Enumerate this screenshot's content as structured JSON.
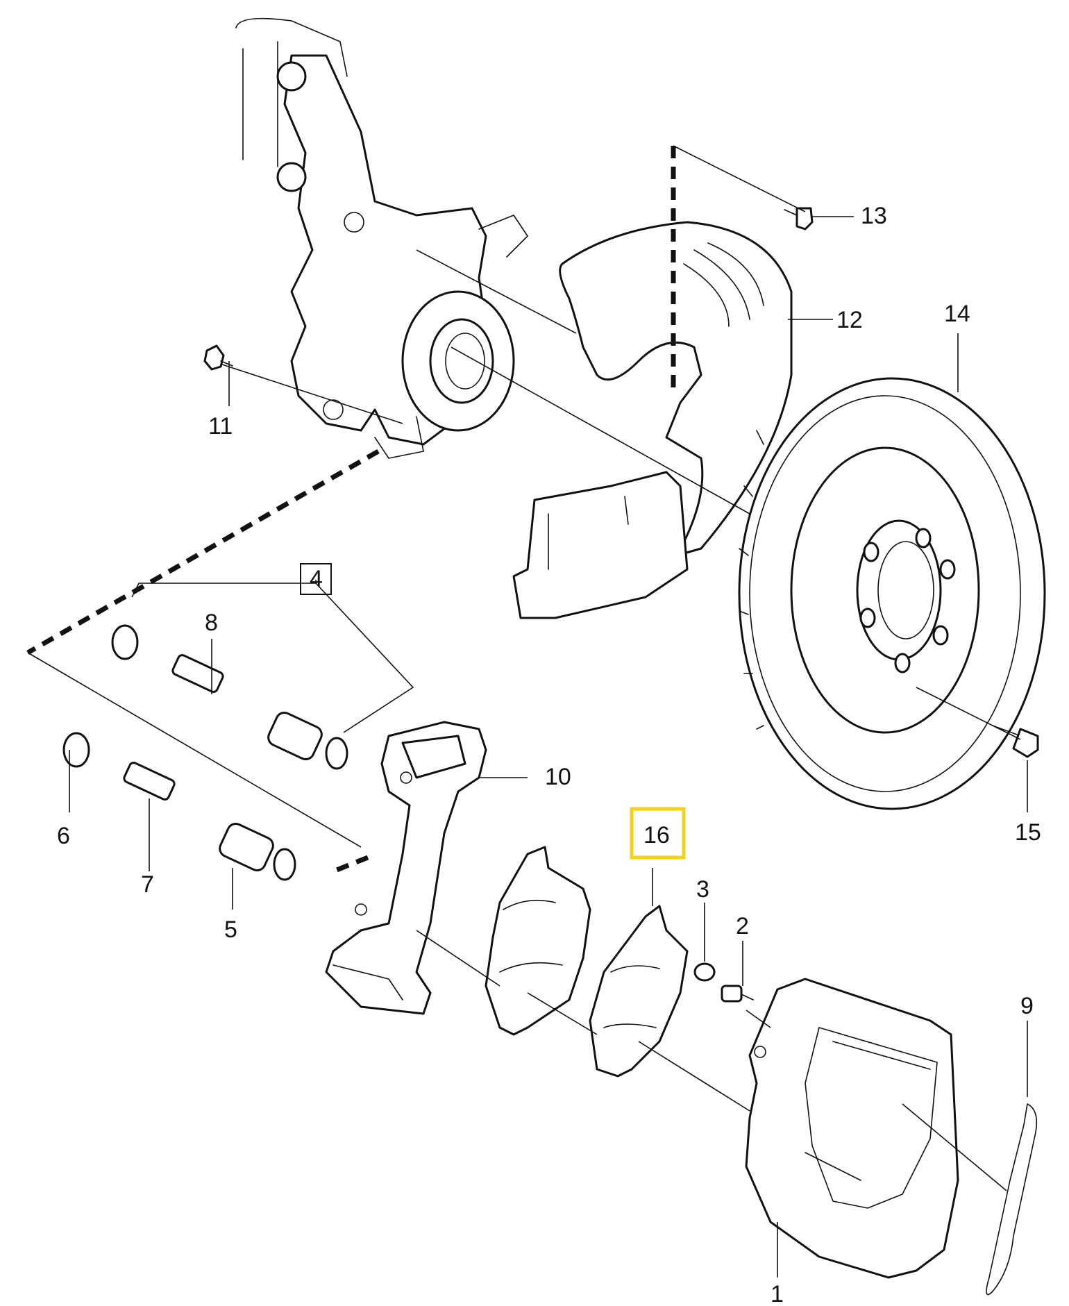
{
  "callouts": {
    "c1": "1",
    "c2": "2",
    "c3": "3",
    "c4": "4",
    "c5": "5",
    "c6": "6",
    "c7": "7",
    "c8": "8",
    "c9": "9",
    "c10": "10",
    "c11": "11",
    "c12": "12",
    "c13": "13",
    "c14": "14",
    "c15": "15",
    "c16": "16"
  },
  "colors": {
    "line": "#111111",
    "background": "#ffffff",
    "highlight": "#f2d21b"
  },
  "highlighted_callout": "16"
}
